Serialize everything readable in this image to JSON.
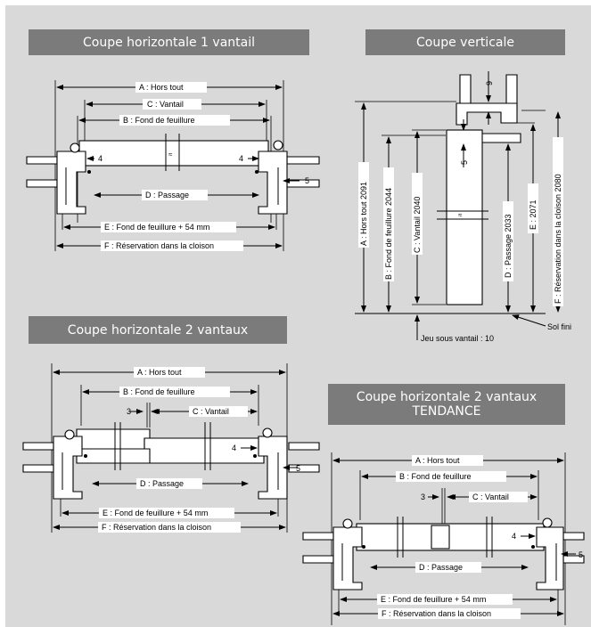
{
  "titles": {
    "h1": "Coupe horizontale 1 vantail",
    "v": "Coupe verticale",
    "h2": "Coupe horizontale 2 vantaux",
    "h2t": "Coupe horizontale 2 vantaux TENDANCE"
  },
  "h1": {
    "a": "A : Hors tout",
    "c": "C : Vantail",
    "b": "B : Fond de feuillure",
    "d": "D : Passage",
    "e": "E : Fond de feuillure + 54 mm",
    "f": "F : Réservation dans la cloison",
    "n4": "4",
    "n5": "5"
  },
  "v": {
    "a": "A : Hors tout  2091",
    "b": "B : Fond de feuillure  2044",
    "c": "C : Vantail  2040",
    "d": "D : Passage  2033",
    "e": "E : 2071",
    "f": "F : Réservation dans la cloison 2080",
    "n9": "9",
    "n5": "5",
    "jeu": "Jeu sous vantail : 10",
    "sol": "Sol fini"
  },
  "h2": {
    "a": "A : Hors tout",
    "b": "B : Fond de feuillure",
    "c": "C : Vantail",
    "d": "D : Passage",
    "e": "E : Fond de feuillure + 54 mm",
    "f": "F : Réservation dans la cloison",
    "n3": "3",
    "n4": "4",
    "n5": "5"
  },
  "h2t": {
    "a": "A : Hors tout",
    "b": "B : Fond de feuillure",
    "c": "C : Vantail",
    "d": "D : Passage",
    "e": "E : Fond de feuillure + 54 mm",
    "f": "F : Réservation dans la cloison",
    "n3": "3",
    "n4": "4",
    "n5": "5"
  }
}
